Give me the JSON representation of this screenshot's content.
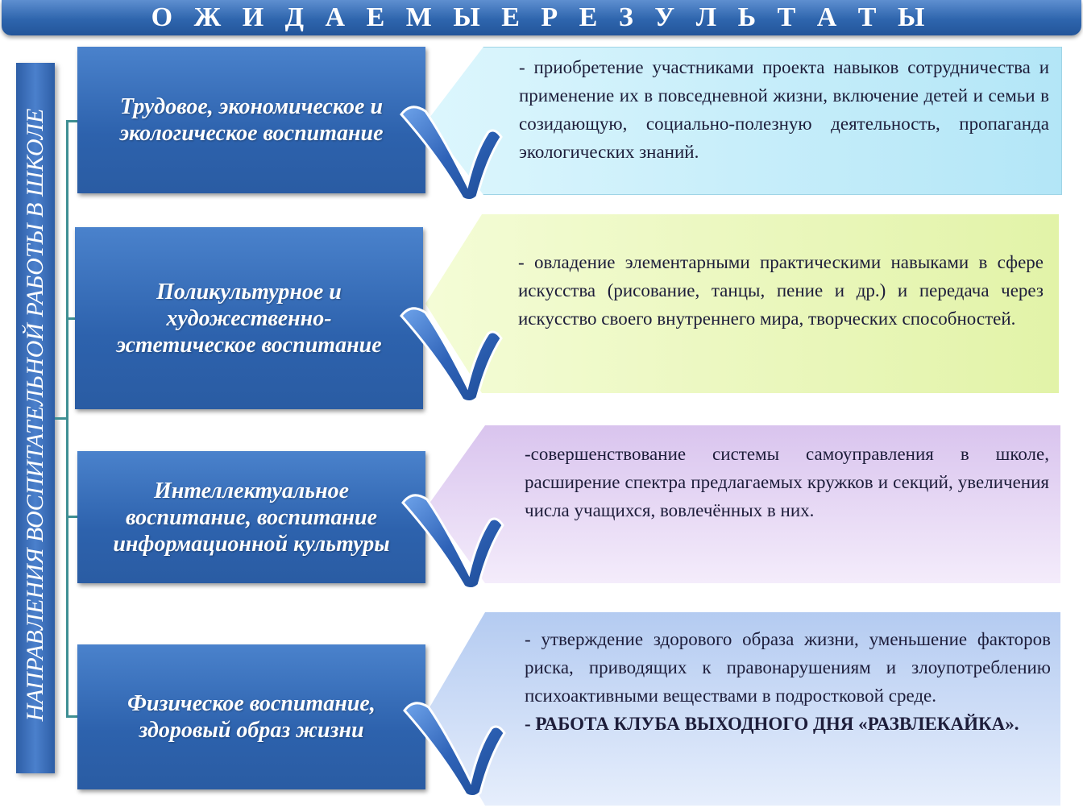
{
  "header": {
    "title": "О Ж И Д А Е М Ы Е   Р Е З У Л Ь Т А Т Ы"
  },
  "side_label": "НАПРАВЛЕНИЯ ВОСПИТАТЕЛЬНОЙ РАБОТЫ В ШКОЛЕ",
  "rows": [
    {
      "direction": [
        "Трудовое, экономическое и",
        "экологическое воспитание"
      ],
      "result_lines": [
        "- приобретение участниками проекта навыков сотрудничества и применение их в повседневной жизни, включение детей и семьи в созидающую, социально-полезную деятельность, пропаганда экологических знаний."
      ],
      "result_bold": "",
      "color_a": "#c9f1fb",
      "color_b": "#b3e6f7"
    },
    {
      "direction": [
        "Поликультурное и",
        "художественно-",
        "эстетическое воспитание"
      ],
      "result_lines": [
        "- овладение элементарными практическими навыками в сфере искусства (рисование, танцы, пение и др.) и передача через искусство своего внутреннего мира, творческих способностей."
      ],
      "result_bold": "",
      "color_a": "#eef9c4",
      "color_b": "#e2f3a8"
    },
    {
      "direction": [
        "Интеллектуальное",
        "воспитание,  воспитание",
        "информационной культуры"
      ],
      "result_lines": [
        "-совершенствование системы самоуправления в школе, расширение спектра предлагаемых кружков и секций, увеличения числа учащихся, вовлечённых в них."
      ],
      "result_bold": "",
      "color_a": "#f0e6f8",
      "color_b": "#dcc8ef"
    },
    {
      "direction": [
        "Физическое воспитание,",
        "здоровый образ жизни"
      ],
      "result_lines": [
        "- утверждение здорового образа жизни, уменьшение факторов риска, приводящих к правонарушениям и злоупотреблению психоактивными веществами в подростковой среде."
      ],
      "result_bold": "- РАБОТА КЛУБА ВЫХОДНОГО ДНЯ «РАЗВЛЕКАЙКА».",
      "color_a": "#d9e6fa",
      "color_b": "#b4cbf1"
    }
  ],
  "colors": {
    "direction_box": "#3a6fba",
    "checkmark": "#2f63b8",
    "connector": "#3e8f93"
  },
  "icons": {
    "checkmark": "checkmark-icon"
  }
}
